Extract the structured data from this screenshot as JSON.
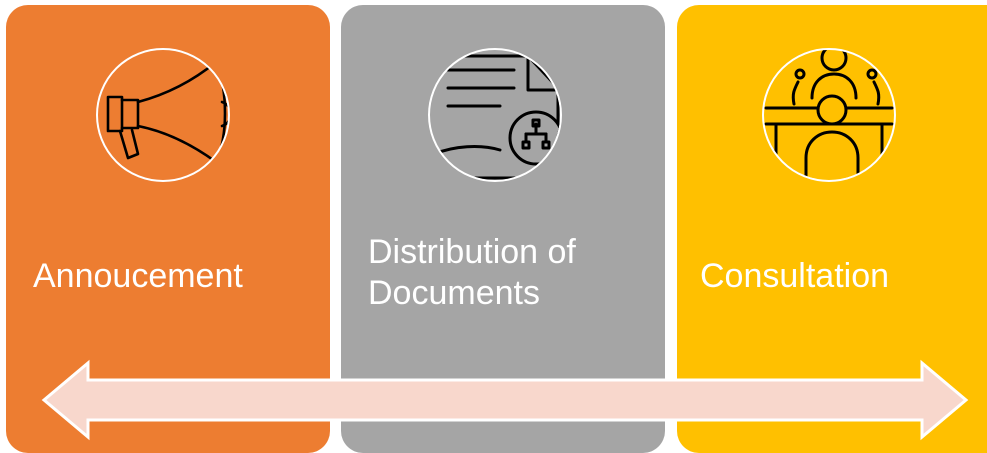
{
  "colors": {
    "panel_announcement": "#ED7D31",
    "panel_distribution": "#A5A5A5",
    "panel_consultation": "#FFC000",
    "arrow_fill": "#F8D7CC",
    "arrow_stroke": "#FFFFFF",
    "icon_stroke": "#000000"
  },
  "steps": [
    {
      "label": "Annoucement",
      "icon": "megaphone-icon"
    },
    {
      "label": "Distribution of Documents",
      "icon": "document-share-icon"
    },
    {
      "label": "Consultation",
      "icon": "meeting-people-icon"
    }
  ],
  "arrow": {
    "direction": "bidirectional"
  }
}
